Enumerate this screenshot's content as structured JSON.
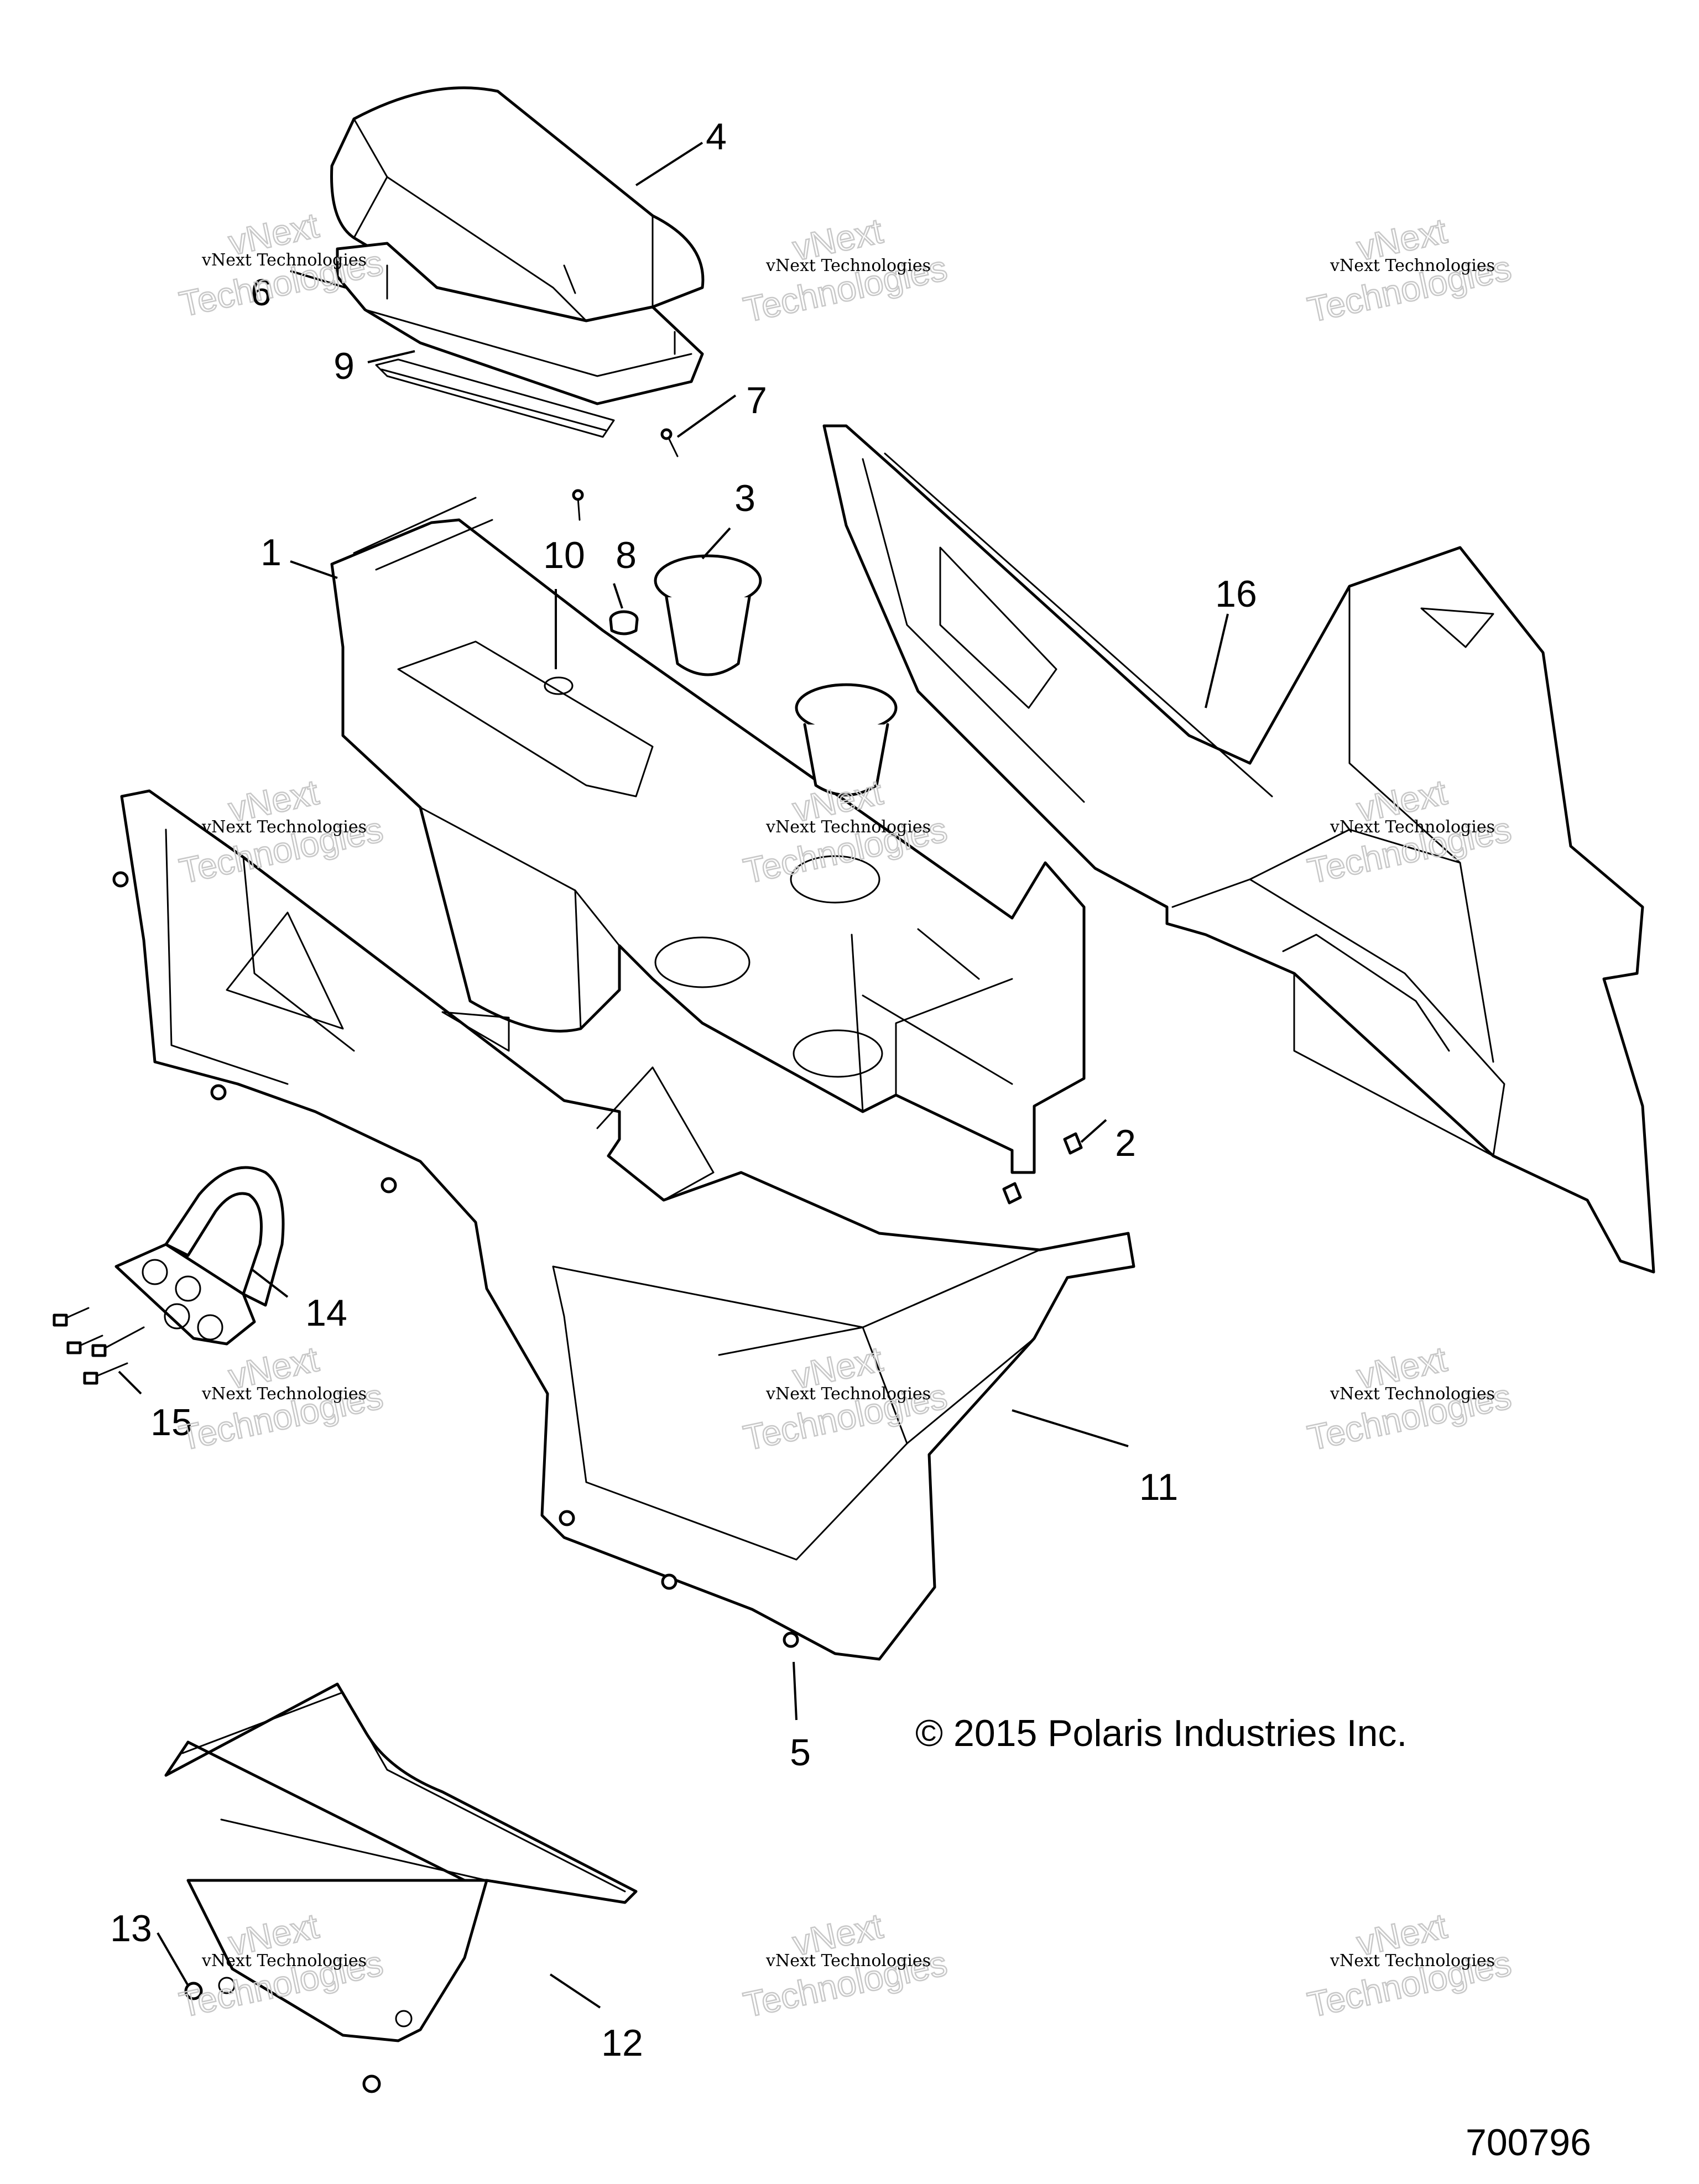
{
  "callouts": [
    {
      "label": "1"
    },
    {
      "label": "2"
    },
    {
      "label": "3"
    },
    {
      "label": "4"
    },
    {
      "label": "5"
    },
    {
      "label": "6"
    },
    {
      "label": "7"
    },
    {
      "label": "8"
    },
    {
      "label": "9"
    },
    {
      "label": "10"
    },
    {
      "label": "11"
    },
    {
      "label": "12"
    },
    {
      "label": "13"
    },
    {
      "label": "14"
    },
    {
      "label": "15"
    },
    {
      "label": "16"
    }
  ],
  "watermark": {
    "line1": "vNext Technologies",
    "overlay_line1": "vNext",
    "overlay_line2": "Technologies"
  },
  "copyright": "© 2015 Polaris Industries Inc.",
  "figure_number": "700796"
}
